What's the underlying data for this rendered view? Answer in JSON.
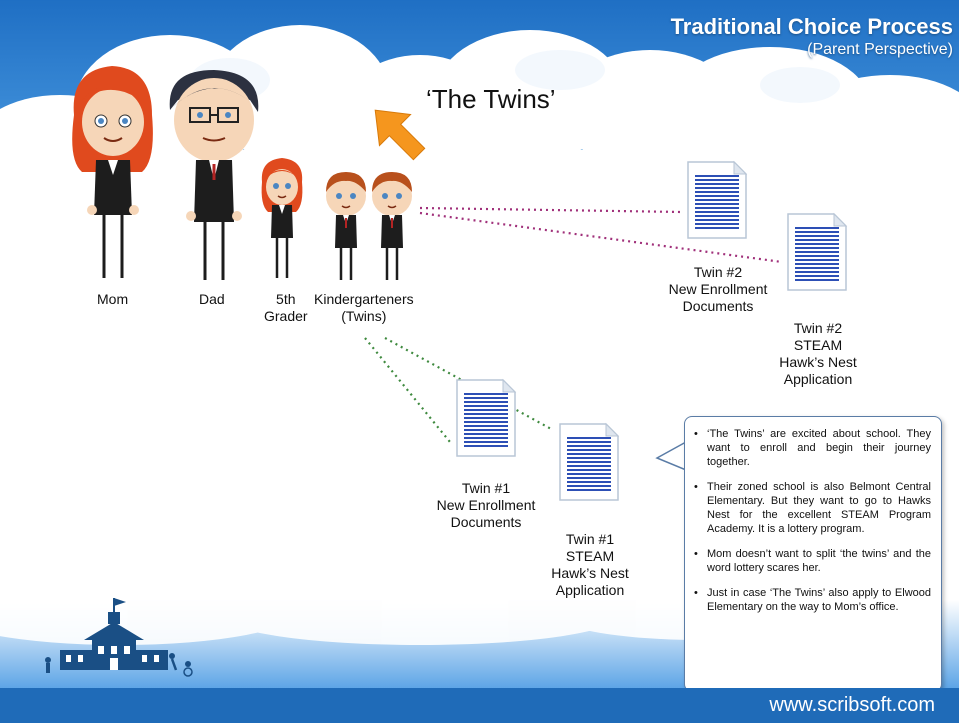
{
  "title": {
    "main": "Traditional Choice Process",
    "sub": "(Parent Perspective)"
  },
  "callout": "‘The Twins’",
  "people": {
    "mom": "Mom",
    "dad": "Dad",
    "fifth_line1": "5th",
    "fifth_line2": "Grader",
    "kinder_line1": "Kindergarteners",
    "kinder_line2": "(Twins)"
  },
  "documents": {
    "twin2_enroll": [
      "Twin #2",
      "New Enrollment",
      "Documents"
    ],
    "twin2_steam": [
      "Twin #2",
      "STEAM",
      "Hawk’s Nest",
      "Application"
    ],
    "twin1_enroll": [
      "Twin #1",
      "New Enrollment",
      "Documents"
    ],
    "twin1_steam": [
      "Twin #1",
      "STEAM",
      "Hawk’s Nest",
      "Application"
    ]
  },
  "info_bullets": [
    "‘The Twins’ are excited about school. They want to enroll and begin their journey together.",
    "Their zoned school is also Belmont Central Elementary.  But they want to go to Hawks Nest for the excellent STEAM Program Academy. It is a lottery program.",
    "Mom doesn’t want to split ‘the twins’ and the word lottery scares her.",
    "Just in case ‘The Twins’ also apply to Elwood Elementary on the way to Mom’s office."
  ],
  "footer_url": "www.scribsoft.com",
  "colors": {
    "sky": "#2b7fd0",
    "footer": "#1f6bb8",
    "arrow": "#f5961e",
    "line_top": "#a0307a",
    "line_bottom": "#3f8a3f"
  }
}
